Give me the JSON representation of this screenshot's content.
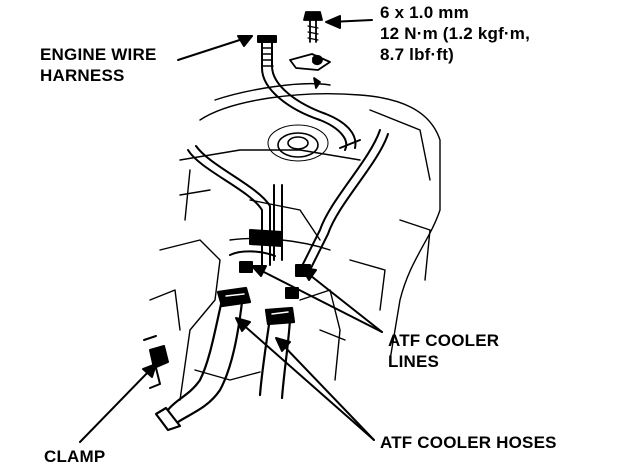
{
  "labels": {
    "engine_wire_harness": {
      "line1": "ENGINE WIRE",
      "line2": "HARNESS"
    },
    "bolt_spec": {
      "line1": "6 x 1.0 mm",
      "line2": "12 N·m (1.2 kgf·m,",
      "line3": "8.7 lbf·ft)"
    },
    "atf_cooler_lines": {
      "line1": "ATF COOLER",
      "line2": "LINES"
    },
    "atf_cooler_hoses": "ATF COOLER HOSES",
    "clamp": "CLAMP"
  },
  "colors": {
    "ink": "#000000",
    "paper": "#ffffff"
  }
}
